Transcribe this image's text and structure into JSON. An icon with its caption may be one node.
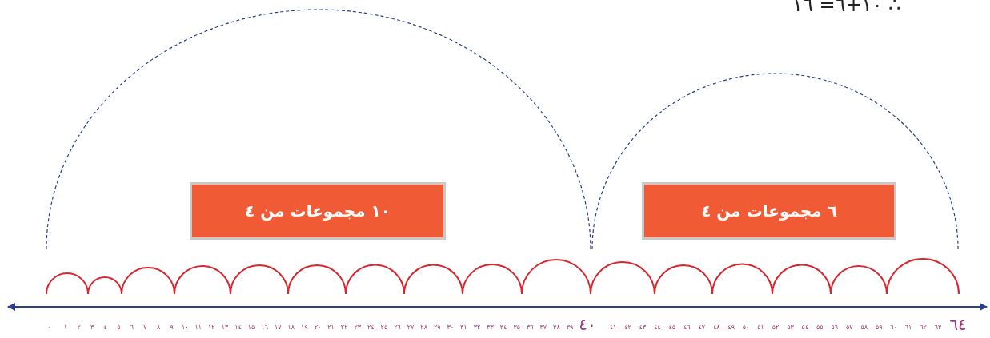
{
  "diagram": {
    "nodes": [
      {
        "text": [
          "١٠ مجموعات من ٤"
        ]
      },
      {
        "text": [
          "٦ مجموعات من ٤"
        ]
      }
    ],
    "labels": [
      "∴ ١٠+٦= ١٦",
      "٠",
      "١",
      "٢",
      "٣",
      "٤",
      "٥",
      "٦",
      "٧",
      "٨",
      "٩",
      "١٠",
      "١١",
      "١٢",
      "١٣",
      "١٤",
      "١٥",
      "١٦",
      "١٧",
      "١٨",
      "١٩",
      "٢٠",
      "٢١",
      "٢٢",
      "٢٣",
      "٢٤",
      "٢٥",
      "٢٦",
      "٢٧",
      "٢٨",
      "٢٩",
      "٣٠",
      "٣١",
      "٣٢",
      "٣٣",
      "٣٤",
      "٣٥",
      "٣٦",
      "٣٧",
      "٣٨",
      "٣٩",
      "٤٠",
      "٤١",
      "٤٢",
      "٤٣",
      "٤٤",
      "٤٥",
      "٤٦",
      "٤٧",
      "٤٨",
      "٤٩",
      "٥٠",
      "٥١",
      "٥٢",
      "٥٣",
      "٥٤",
      "٥٥",
      "٥٦",
      "٥٧",
      "٥٨",
      "٥٩",
      "٦٠",
      "٦١",
      "٦٢",
      "٦٣",
      "٦٤"
    ]
  }
}
